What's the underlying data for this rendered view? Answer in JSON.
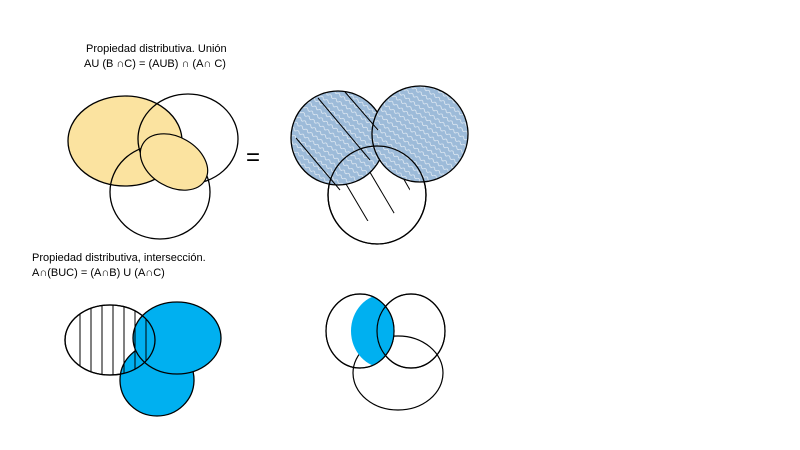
{
  "slide": {
    "union_title": "Propiedad distributiva. Unión",
    "union_formula": "AU (B ∩C) = (AUB)  ∩ (A∩ C)",
    "equals_sign": "=",
    "intersection_title": "Propiedad distributiva,  intersección.",
    "intersection_formula": "A∩(BUC) = (A∩B) U (A∩C)"
  },
  "colors": {
    "union_fill": "#fbe3a0",
    "hatch_fill": "#9dbbd9",
    "intersection_fill": "#00b0f0",
    "stroke": "#000000"
  }
}
